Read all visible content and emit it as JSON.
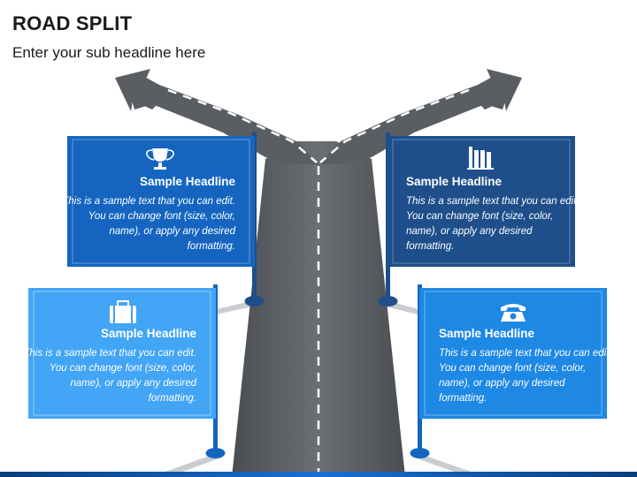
{
  "header": {
    "title": "ROAD SPLIT",
    "subtitle": "Enter your sub headline here"
  },
  "panels": [
    {
      "id": "top-left",
      "icon": "trophy-icon",
      "color": "#1565c0",
      "headline": "Sample Headline",
      "body": "This is a sample text that you can edit. You can change font (size, color, name), or apply any desired formatting."
    },
    {
      "id": "top-right",
      "icon": "books-icon",
      "color": "#1e4f8a",
      "headline": "Sample Headline",
      "body": "This is a sample text that you can edit. You can change font (size, color, name), or apply any desired formatting."
    },
    {
      "id": "bottom-left",
      "icon": "briefcase-icon",
      "color": "#42a5f5",
      "headline": "Sample Headline",
      "body": "This is a sample text that you can edit. You can change font (size, color, name), or apply any desired formatting."
    },
    {
      "id": "bottom-right",
      "icon": "telephone-icon",
      "color": "#1e88e5",
      "headline": "Sample Headline",
      "body": "This is a sample text that you can edit. You can change font (size, color, name), or apply any desired formatting."
    }
  ],
  "colors": {
    "road": "#5f6368",
    "road_edge": "#3c4043",
    "lane_marking": "#ffffff",
    "pole": "#1565c0",
    "pole_dark": "#1e4f8a"
  }
}
